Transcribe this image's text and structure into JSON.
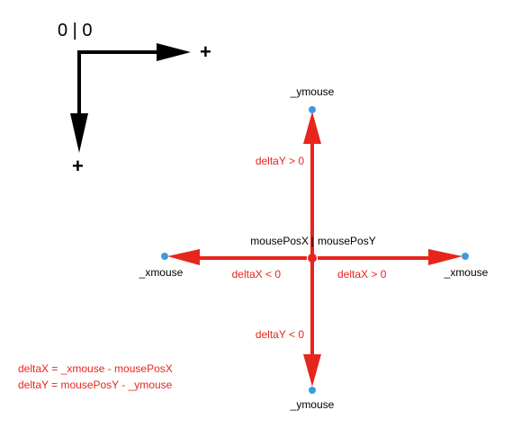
{
  "colors": {
    "red": "#e8251c",
    "dot": "#3d9ae0",
    "axis": "#000000",
    "background": "#ffffff"
  },
  "coordinate_system": {
    "origin_label": "0 | 0",
    "x_positive_label": "+",
    "y_positive_label": "+"
  },
  "center": {
    "label_x": "mousePosX",
    "label_separator": "|",
    "label_y": "mousePosY"
  },
  "endpoints": {
    "top": "_ymouse",
    "bottom": "_ymouse",
    "left": "_xmouse",
    "right": "_xmouse"
  },
  "deltas": {
    "up": "deltaY > 0",
    "down": "deltaY < 0",
    "left": "deltaX < 0",
    "right": "deltaX > 0"
  },
  "formulas": [
    "deltaX = _xmouse - mousePosX",
    "deltaY = mousePosY - _ymouse"
  ]
}
